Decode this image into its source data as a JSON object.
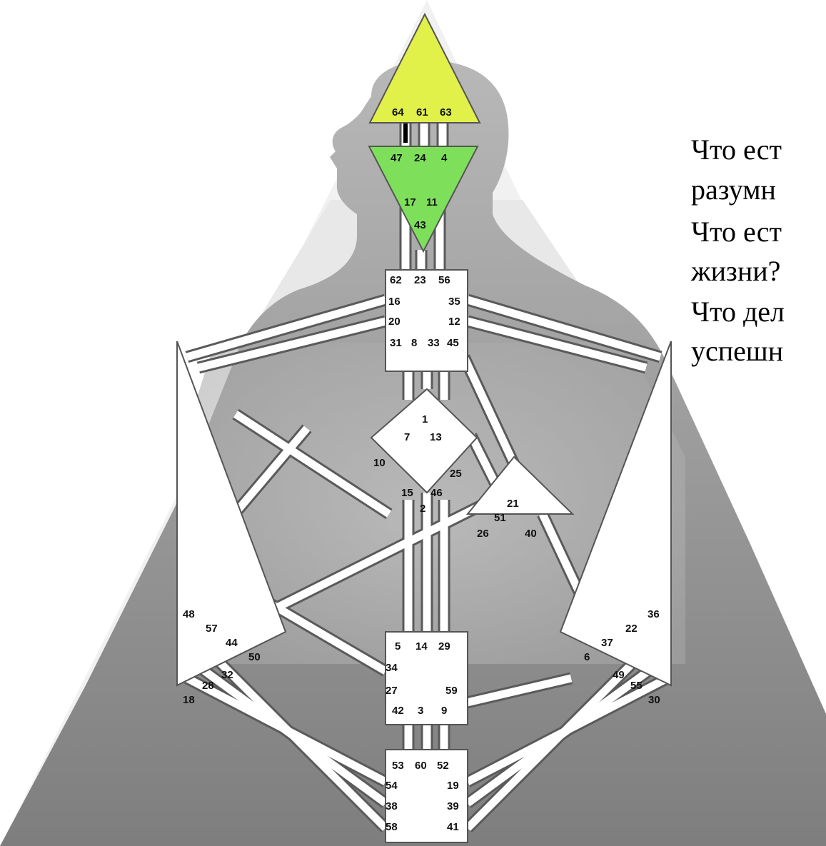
{
  "colors": {
    "background": "#ffffff",
    "silhouette": "#9c9c9c",
    "head_center": "#e2f04a",
    "ajna_center": "#7ee05a",
    "undefined_center": "#ffffff",
    "channel_outline": "#5a5a5a"
  },
  "question_lines": [
    "Что ест",
    "разумн",
    "Что ест",
    "жизни?",
    "Что дел",
    "успешн"
  ],
  "centers": {
    "head": {
      "gates": [
        "64",
        "61",
        "63"
      ]
    },
    "ajna": {
      "gates": [
        "47",
        "24",
        "4",
        "17",
        "11",
        "43"
      ]
    },
    "throat": {
      "gates": [
        "62",
        "23",
        "56",
        "16",
        "35",
        "20",
        "12",
        "31",
        "8",
        "33",
        "45"
      ]
    },
    "g": {
      "gates": [
        "1",
        "7",
        "13",
        "10",
        "25",
        "15",
        "46",
        "2"
      ]
    },
    "heart": {
      "gates": [
        "21",
        "51",
        "26",
        "40"
      ]
    },
    "spleen": {
      "gates": [
        "48",
        "57",
        "44",
        "50",
        "32",
        "28",
        "18"
      ]
    },
    "solar_plexus": {
      "gates": [
        "36",
        "22",
        "37",
        "6",
        "49",
        "55",
        "30"
      ]
    },
    "sacral": {
      "gates": [
        "5",
        "14",
        "29",
        "34",
        "27",
        "59",
        "42",
        "3",
        "9"
      ]
    },
    "root": {
      "gates": [
        "53",
        "60",
        "52",
        "54",
        "19",
        "38",
        "39",
        "58",
        "41"
      ]
    }
  }
}
